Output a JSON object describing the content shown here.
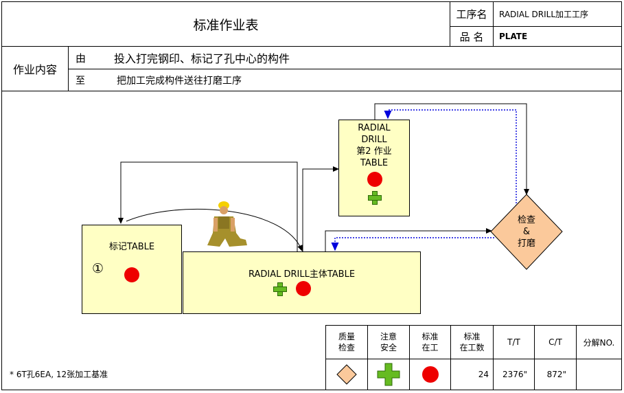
{
  "header": {
    "title": "标准作业表",
    "process_label": "工序名",
    "process_value": "RADIAL DRILL加工工序",
    "product_label": "品 名",
    "product_value": "PLATE"
  },
  "work": {
    "label": "作业内容",
    "from_label": "由",
    "from_text": "投入打完钢印、标记了孔中心的构件",
    "to_label": "至",
    "to_text": "把加工完成构件送往打磨工序"
  },
  "diagram": {
    "radial_table2": [
      "RADIAL",
      "DRILL",
      "第2 作业",
      "TABLE"
    ],
    "mark_table": "标记TABLE",
    "mark_number": "①",
    "main_table": "RADIAL DRILL主体TABLE",
    "inspect": [
      "检查",
      "&",
      "打磨"
    ]
  },
  "footer": {
    "note": "* 6T孔6EA, 12张加工基准",
    "headers": [
      "质量\n检查",
      "注意\n安全",
      "标准\n在工",
      "标准\n在工数",
      "T/T",
      "C/T",
      "分解NO."
    ],
    "values": [
      "",
      "",
      "",
      "24",
      "2376\"",
      "872\"",
      ""
    ]
  },
  "colors": {
    "table_fill": "#ffffc4",
    "diamond_fill": "#fbc99b",
    "dot_red": "#ee0000",
    "cross_green": "#66bb22",
    "flow_blue": "#0000dd"
  }
}
